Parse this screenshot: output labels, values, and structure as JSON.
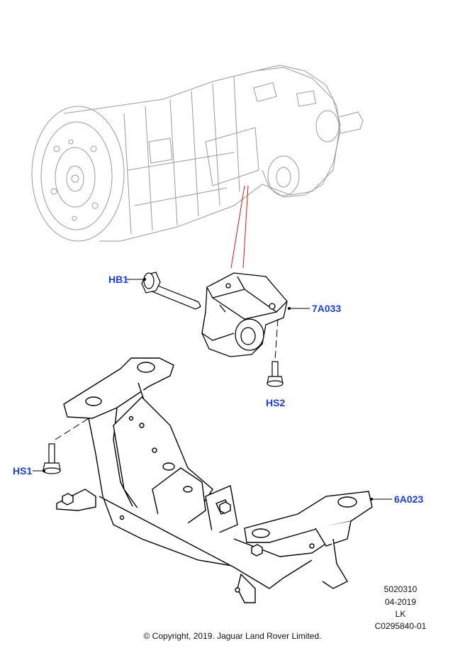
{
  "callouts": {
    "hb1": "HB1",
    "a7033": "7A033",
    "hs2": "HS2",
    "hs1": "HS1",
    "a6023": "6A023"
  },
  "footer": {
    "code1": "5020310",
    "date": "04-2019",
    "initials": "LK",
    "code2": "C0295840-01",
    "copyright": "© Copyright, 2019. Jaguar Land Rover Limited."
  },
  "colors": {
    "callout_text": "#1a3fd6",
    "leader_line": "#000000",
    "mount_indicator": "#d11a1a",
    "transmission_lines": "#9a9a9a",
    "part_lines": "#000000"
  }
}
